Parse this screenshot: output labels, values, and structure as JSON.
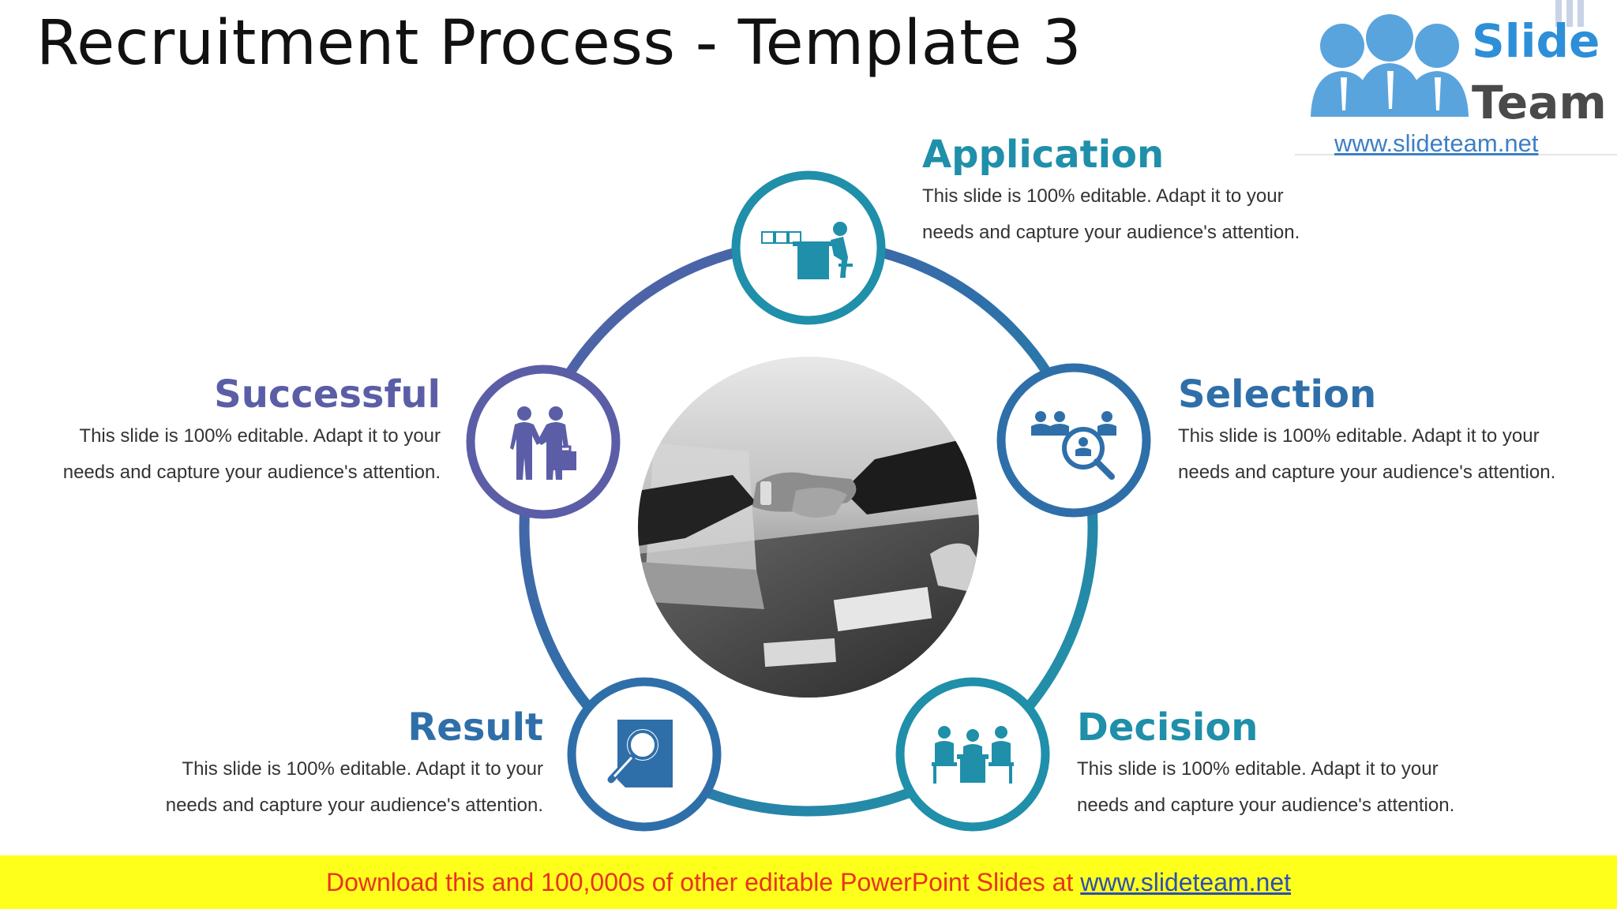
{
  "slide": {
    "title": "Recruitment Process - Template 3"
  },
  "logo": {
    "word1": "Slide",
    "word2": "Team",
    "url": "www.slideteam.net"
  },
  "stages": [
    {
      "key": "application",
      "title": "Application",
      "icon": "desk-worker-icon",
      "color": "#1f8faa",
      "line1": "This slide is 100% editable. Adapt it to your",
      "line2": "needs and capture your audience's attention."
    },
    {
      "key": "selection",
      "title": "Selection",
      "icon": "candidate-search-icon",
      "color": "#2f6fa9",
      "line1": "This slide is 100% editable. Adapt it to your",
      "line2": "needs and capture your audience's attention."
    },
    {
      "key": "decision",
      "title": "Decision",
      "icon": "meeting-icon",
      "color": "#1f8faa",
      "line1": "This slide is 100% editable. Adapt it to your",
      "line2": "needs and capture your audience's attention."
    },
    {
      "key": "result",
      "title": "Result",
      "icon": "document-search-icon",
      "color": "#2f6fa9",
      "line1": "This slide is 100% editable. Adapt it to your",
      "line2": "needs and capture your audience's attention."
    },
    {
      "key": "successful",
      "title": "Successful",
      "icon": "handshake-deal-icon",
      "color": "#5b5ea6",
      "line1": "This slide is 100% editable. Adapt it to your",
      "line2": "needs and capture your audience's attention."
    }
  ],
  "banner": {
    "text": "Download this and 100,000s of other editable PowerPoint Slides at ",
    "link": "www.slideteam.net"
  },
  "colors": {
    "teal": "#1f8faa",
    "blue": "#2f6fa9",
    "purple": "#5b5ea6",
    "banner_bg": "#ffff1c",
    "banner_text": "#e8331f"
  }
}
